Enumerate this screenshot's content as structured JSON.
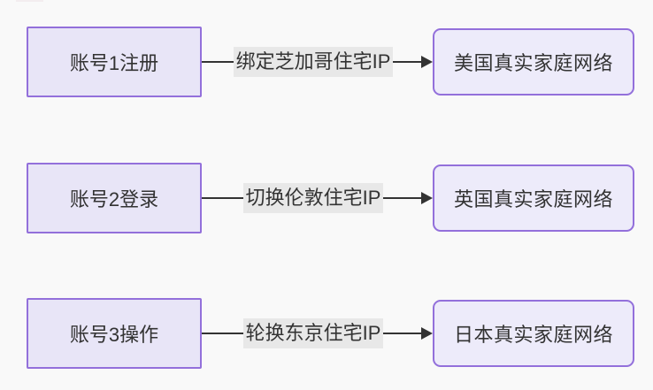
{
  "diagram": {
    "type": "flowchart-left-to-right",
    "rows": [
      {
        "source": "账号1注册",
        "edge_label": "绑定芝加哥住宅IP",
        "target": "美国真实家庭网络"
      },
      {
        "source": "账号2登录",
        "edge_label": "切换伦敦住宅IP",
        "target": "英国真实家庭网络"
      },
      {
        "source": "账号3操作",
        "edge_label": "轮换东京住宅IP",
        "target": "日本真实家庭网络"
      }
    ],
    "colors": {
      "background": "#f9f9f9",
      "node_fill_source": "#e8e5f7",
      "node_fill_target": "#edebfa",
      "node_border": "#9370DB",
      "edge_line": "#333333",
      "edge_label_background": "#e8e8e8",
      "text": "#333333"
    }
  }
}
